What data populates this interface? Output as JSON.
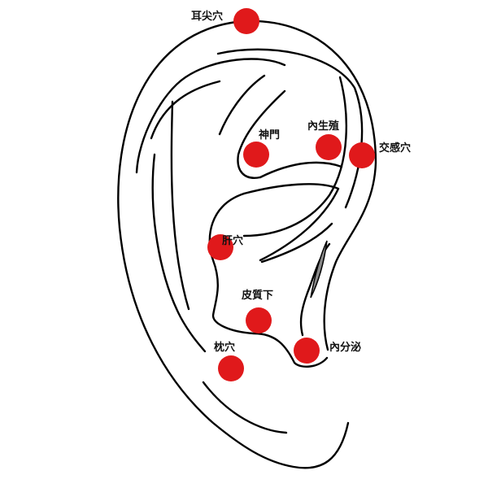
{
  "colors": {
    "point": "#e0191b",
    "outline": "#000000",
    "shadow": "#8a8a8a",
    "background": "#ffffff"
  },
  "points": [
    {
      "id": "ear-apex",
      "label": "耳尖穴"
    },
    {
      "id": "shenmen",
      "label": "神門"
    },
    {
      "id": "internal-genitals",
      "label": "內生殖"
    },
    {
      "id": "sympathetic",
      "label": "交感穴"
    },
    {
      "id": "liver",
      "label": "肝穴"
    },
    {
      "id": "subcortex",
      "label": "皮質下"
    },
    {
      "id": "endocrine",
      "label": "內分泌"
    },
    {
      "id": "occiput",
      "label": "枕穴"
    }
  ]
}
